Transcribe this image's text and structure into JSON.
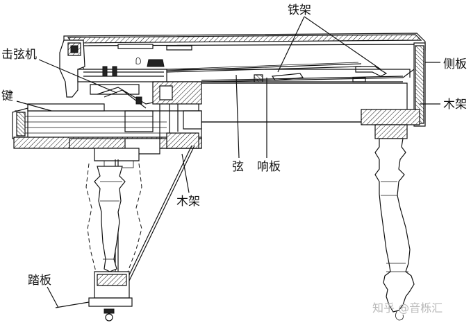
{
  "labels": {
    "iron_frame": "铁架",
    "side_board": "侧板",
    "wood_frame_right": "木架",
    "hammer_action": "击弦机",
    "key": "键",
    "string": "弦",
    "soundboard": "响板",
    "wood_frame_bottom": "木架",
    "pedal": "踏板"
  },
  "watermark": "知乎 @音栎汇"
}
